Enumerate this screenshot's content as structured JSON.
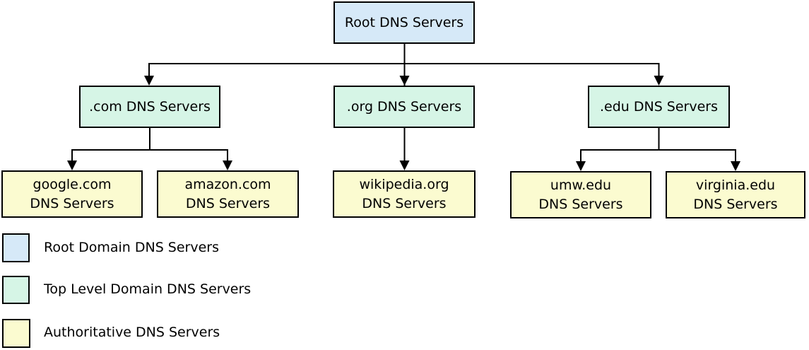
{
  "colors": {
    "root": "#d6e9f8",
    "tld": "#d6f5e6",
    "auth": "#fbfbd0",
    "line": "#000000"
  },
  "nodes": {
    "root": {
      "label": "Root DNS Servers"
    },
    "com": {
      "label": ".com DNS Servers"
    },
    "org": {
      "label": ".org DNS Servers"
    },
    "edu": {
      "label": ".edu DNS Servers"
    },
    "google": {
      "line1": "google.com",
      "line2": "DNS Servers"
    },
    "amazon": {
      "line1": "amazon.com",
      "line2": "DNS Servers"
    },
    "wikipedia": {
      "line1": "wikipedia.org",
      "line2": "DNS Servers"
    },
    "umw": {
      "line1": "umw.edu",
      "line2": "DNS Servers"
    },
    "virginia": {
      "line1": "virginia.edu",
      "line2": "DNS Servers"
    }
  },
  "edges": [
    [
      "root",
      "com"
    ],
    [
      "root",
      "org"
    ],
    [
      "root",
      "edu"
    ],
    [
      "com",
      "google"
    ],
    [
      "com",
      "amazon"
    ],
    [
      "org",
      "wikipedia"
    ],
    [
      "edu",
      "umw"
    ],
    [
      "edu",
      "virginia"
    ]
  ],
  "legend": {
    "root": {
      "label": "Root Domain DNS Servers"
    },
    "tld": {
      "label": "Top Level Domain DNS Servers"
    },
    "auth": {
      "label": "Authoritative DNS Servers"
    }
  }
}
